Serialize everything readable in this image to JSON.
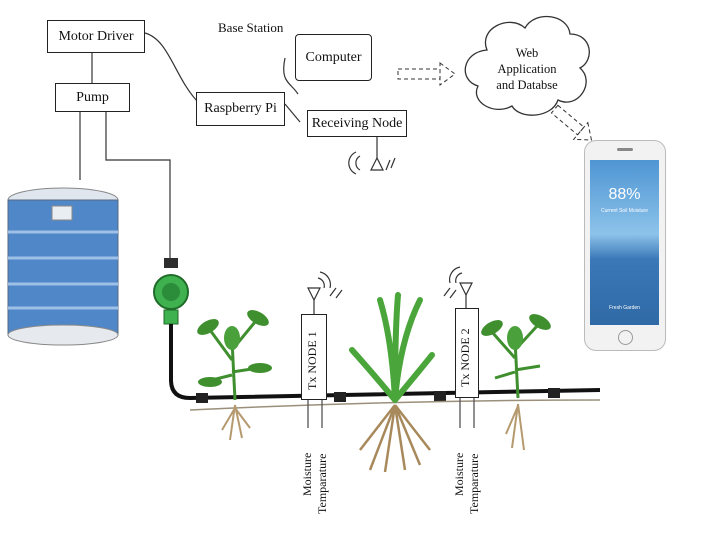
{
  "labels": {
    "motor_driver": "Motor Driver",
    "pump": "Pump",
    "base_station": "Base Station",
    "computer": "Computer",
    "raspberry_pi": "Raspberry Pi",
    "receiving_node": "Receiving Node",
    "web_app": "Web Application and Databse",
    "web_app_lines": [
      "Web",
      "Application",
      "and Databse"
    ],
    "tx_node_1": "Tx NODE 1",
    "tx_node_2": "Tx NODE 2",
    "moisture": "Moisture",
    "temperature": "Temparature"
  },
  "phone": {
    "percent": "88%",
    "caption": "Current Soil Moisture",
    "footer": "Fresh Garden"
  },
  "colors": {
    "tank_water": "#4f87c9",
    "valve_green": "#3fb24f",
    "phone_sky": "#5b9fd6",
    "plant_green": "#3f8f2f"
  }
}
